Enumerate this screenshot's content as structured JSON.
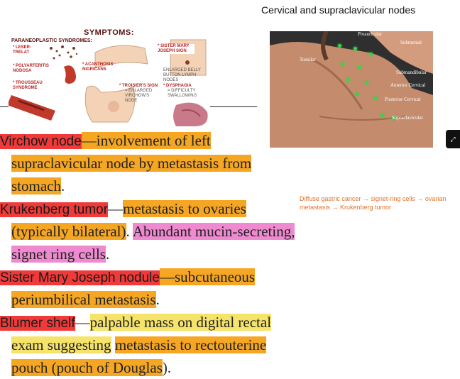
{
  "caption": "Cervical and supraclavicular nodes",
  "illustration": {
    "heading": "SYMPTOMS:",
    "paraneoplastic": "PARANEOPLASTIC SYNDROMES:",
    "leser_trelat": "* LESER-TRELAT",
    "polyarteritis": "* POLYARTERITIS NODOSA",
    "acanthosis": "* ACANTHOSIS NIGRICANS",
    "sister_mary": "* SISTER MARY JOSEPH SIGN",
    "enlarged_belly": "ENLARGED BELLY BUTTON LYMPH NODES",
    "trousseau": "* TROUSSEAU SYNDROME",
    "troisier": "* TROISIER'S SIGN",
    "troisier_sub": "= ENLARGED VIRCHOW'S NODE",
    "dysphagia": "* DYSPHAGIA",
    "dysphagia_sub": "= DIFFICULTY SWALLOWING"
  },
  "photo_labels": {
    "preauricular": "Preauricular",
    "submental": "Submental",
    "tonsilar": "Tonsilar",
    "submandibular": "Submandibular",
    "anterior_cervical": "Anterior Cervical",
    "posterior_cervical": "Posterior Cervical",
    "supraclavicular": "Supraclavicular"
  },
  "notes": {
    "virchow_term": "Virchow node",
    "virchow_desc1": "—involvement of left",
    "virchow_desc2": "supraclavicular node by metastasis from",
    "virchow_desc3": "stomach",
    "krukenberg_term": "Krukenberg tumor",
    "krukenberg_dash": "—",
    "krukenberg_desc1": "metastasis to ovaries",
    "krukenberg_desc2": "(typically bilateral)",
    "krukenberg_desc3": "Abundant mucin-secreting,",
    "krukenberg_desc4": "signet ring cells",
    "sister_term": "Sister Mary Joseph nodule",
    "sister_desc1": "—subcutaneous",
    "sister_desc2": "periumbilical metastasis",
    "blumer_term": "Blumer shelf",
    "blumer_dash": "—",
    "blumer_desc1": "palpable mass on digital rectal",
    "blumer_desc2": "exam suggesting",
    "blumer_desc3": "metastasis to rectouterine",
    "blumer_desc4": "pouch (pouch of Douglas",
    "period": ".",
    "close_paren_period": ")."
  },
  "side_note": {
    "line1": "Diffuse gastric cancer → signet-ring cells → ovarian",
    "line2": "metastasis → Krukenberg tumor"
  },
  "colors": {
    "term_highlight": "#f03a3a",
    "orange_highlight": "#f5a623",
    "yellow_highlight": "#f6e46a",
    "pink_highlight": "#f08ad0",
    "side_note_text": "#e2722a"
  }
}
